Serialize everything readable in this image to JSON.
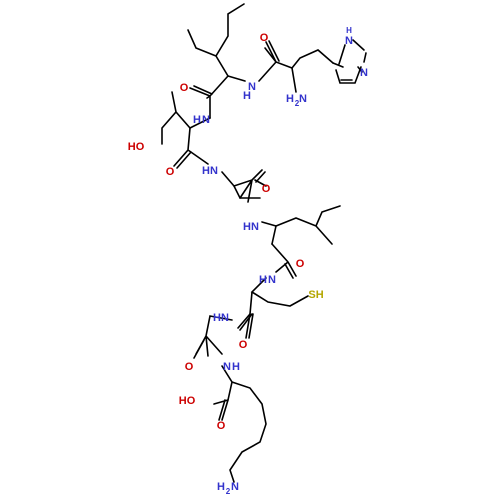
{
  "colors": {
    "background": "#ffffff",
    "bond": "#000000",
    "nitrogen": "#3333cc",
    "oxygen": "#cc0000",
    "sulfur": "#b3a600"
  },
  "atom_labels": {
    "o_his": "O",
    "nh_imid_top": "H",
    "n_imid_top": "N",
    "n_imid_right": "N",
    "nh2_his_h": "H",
    "nh2_his_sub": "2",
    "nh2_his_n": "N",
    "nh_his_ile_n": "N",
    "nh_his_ile_h": "H",
    "o_ile": "O",
    "nh_ile_thr_n": "N",
    "nh_ile_thr_h": "H",
    "oh_thr": "HO",
    "o_thr": "O",
    "nh_thr_gly_n": "N",
    "nh_thr_gly_h": "H",
    "o_gly1": "O",
    "nh_gly_leu_n": "N",
    "nh_gly_leu_h": "H",
    "o_leu": "O",
    "nh_leu_cys_n": "N",
    "nh_leu_cys_h": "H",
    "sh": "SH",
    "nh_cys_gly_n": "N",
    "nh_cys_gly_h": "H",
    "o_cys": "O",
    "o_gly2": "O",
    "nh_gly_lys_n": "N",
    "nh_gly_lys_h": "H",
    "oh_acid": "HO",
    "o_acid": "O",
    "nh2_lys_h": "H",
    "nh2_lys_sub": "2",
    "nh2_lys_n": "N"
  }
}
